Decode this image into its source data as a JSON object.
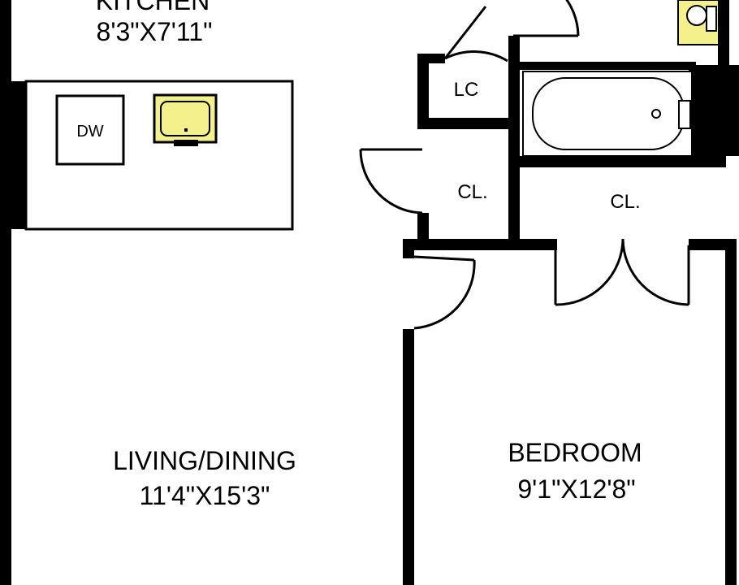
{
  "rooms": {
    "kitchen": {
      "name": "KITCHEN",
      "dims": "8'3\"X7'11\""
    },
    "living": {
      "name": "LIVING/DINING",
      "dims": "11'4\"X15'3\""
    },
    "bedroom": {
      "name": "BEDROOM",
      "dims": "9'1\"X12'8\""
    }
  },
  "closets": {
    "linen": "LC",
    "hall": "CL.",
    "bedroom": "CL."
  },
  "appliances": {
    "dishwasher": "DW"
  },
  "colors": {
    "wall": "#000000",
    "background": "#ffffff",
    "fixture": "#f4f08c"
  }
}
